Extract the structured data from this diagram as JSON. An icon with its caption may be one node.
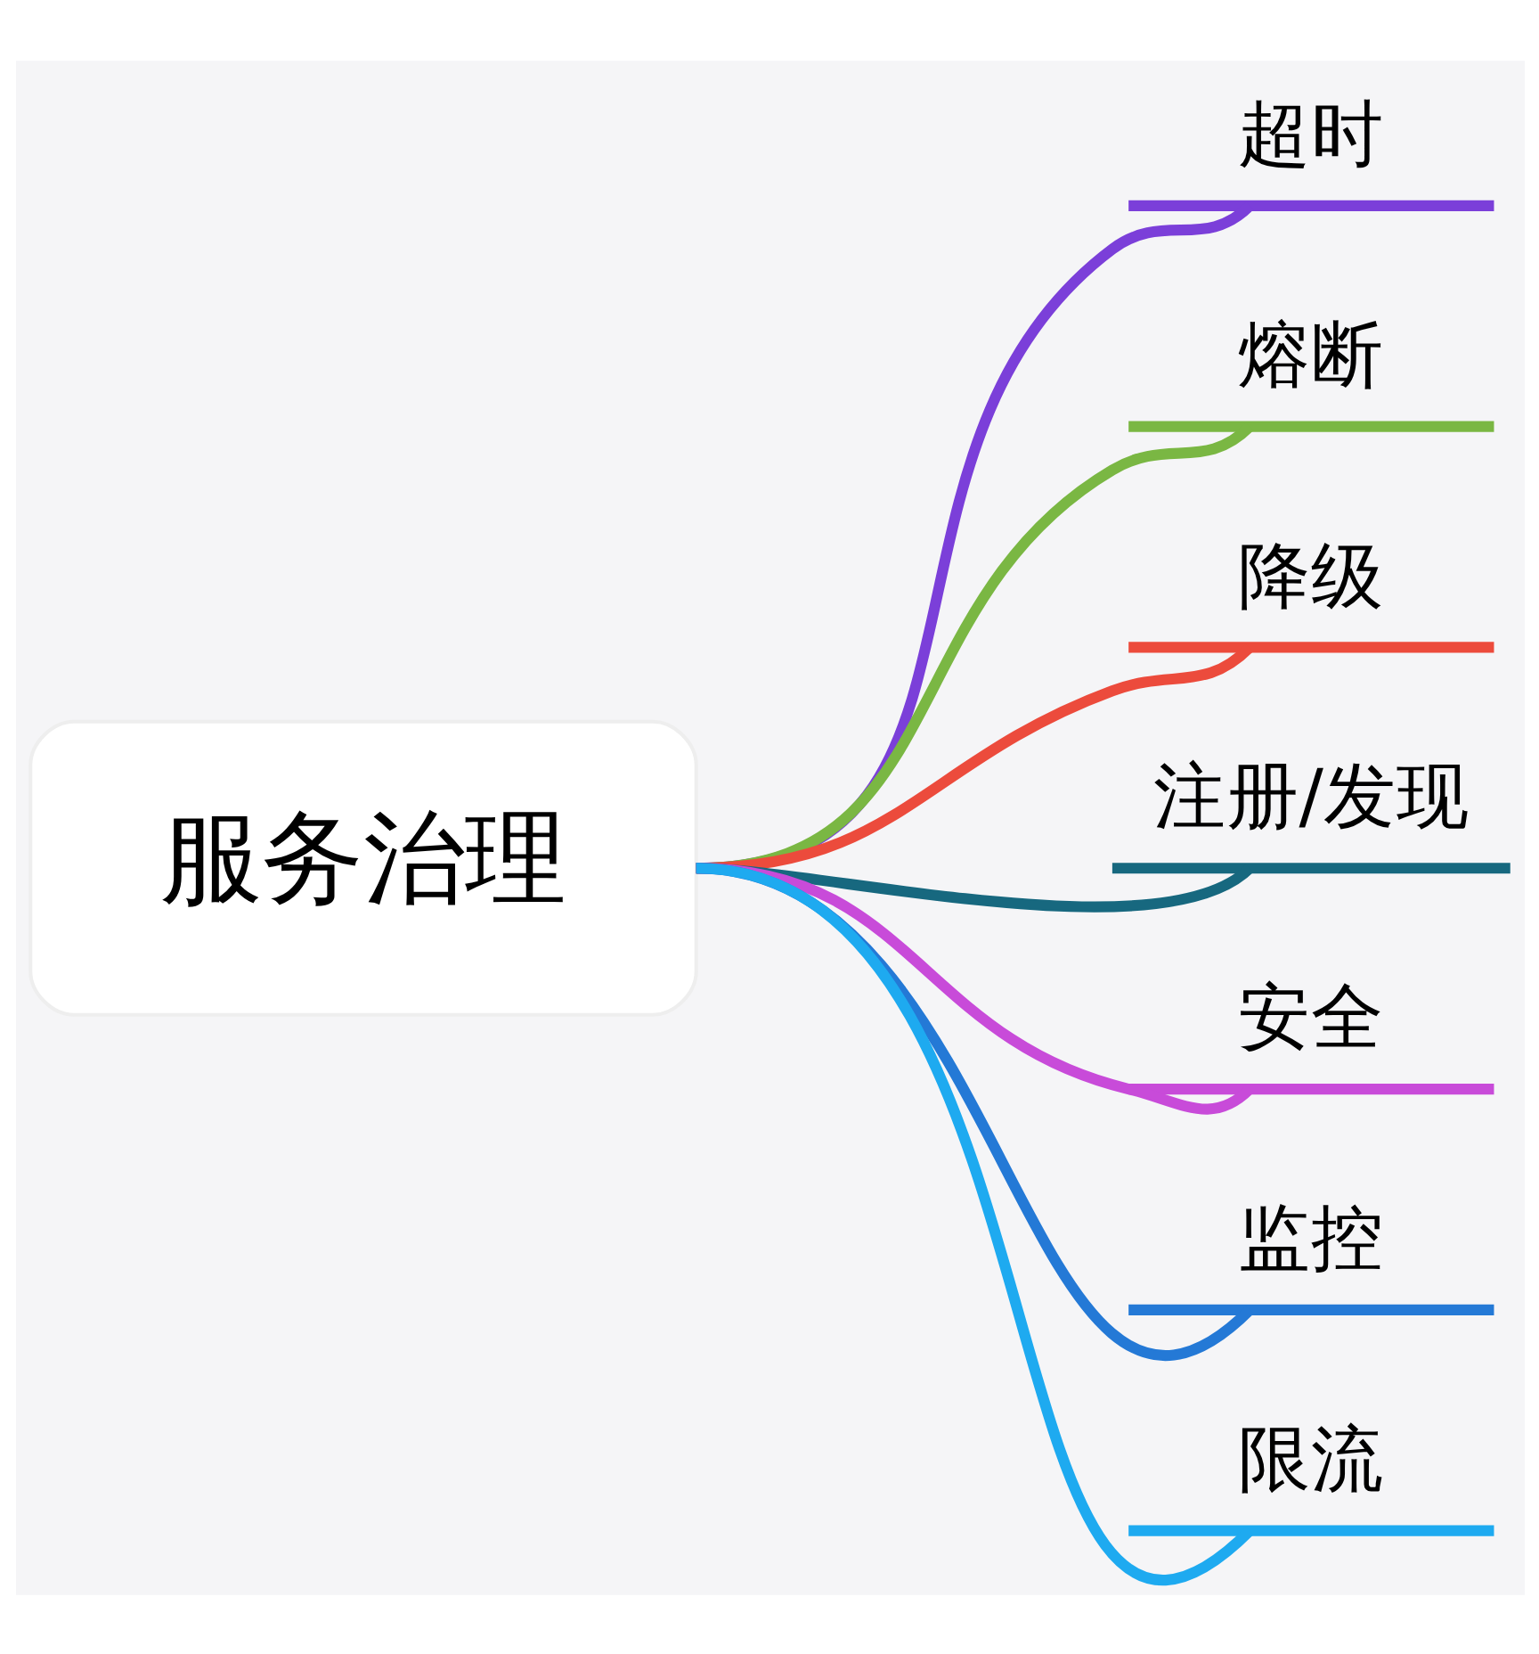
{
  "diagram": {
    "nodes": [
      {
        "text": [
          "服务治理"
        ]
      },
      {
        "text": [
          "超时"
        ]
      },
      {
        "text": [
          "熔断"
        ]
      },
      {
        "text": [
          "降级"
        ]
      },
      {
        "text": [
          "注册/发现"
        ]
      },
      {
        "text": [
          "安全"
        ]
      },
      {
        "text": [
          "监控"
        ]
      },
      {
        "text": [
          "限流"
        ]
      }
    ],
    "edges": [
      {
        "from": 0,
        "to": 1,
        "arrow": "none",
        "color": "#7b3fd9"
      },
      {
        "from": 0,
        "to": 2,
        "arrow": "none",
        "color": "#7ab743"
      },
      {
        "from": 0,
        "to": 3,
        "arrow": "none",
        "color": "#ec4b3c"
      },
      {
        "from": 0,
        "to": 4,
        "arrow": "none",
        "color": "#17687f"
      },
      {
        "from": 0,
        "to": 5,
        "arrow": "none",
        "color": "#c84bd9"
      },
      {
        "from": 0,
        "to": 6,
        "arrow": "none",
        "color": "#2479d6"
      },
      {
        "from": 0,
        "to": 7,
        "arrow": "none",
        "color": "#1eaaf0"
      }
    ]
  }
}
